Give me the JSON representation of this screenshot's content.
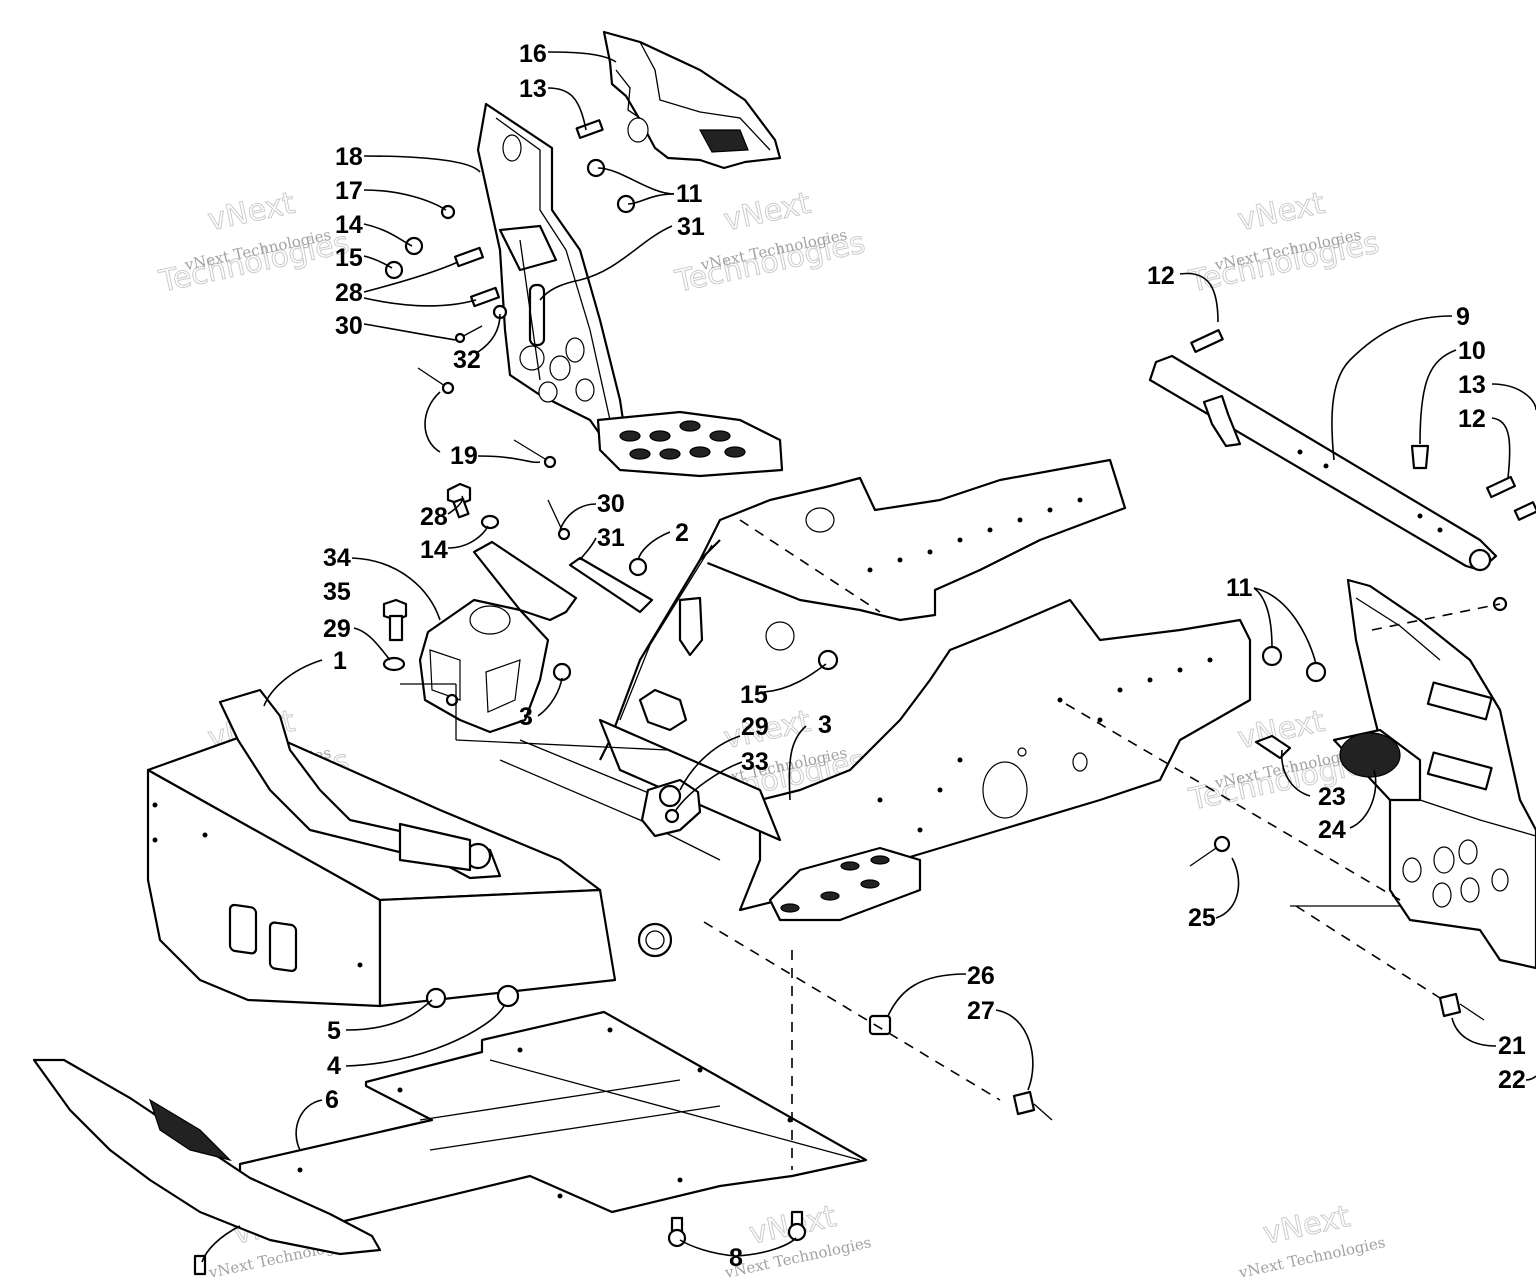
{
  "diagram": {
    "callouts": [
      {
        "id": "c16",
        "text": "16"
      },
      {
        "id": "c13a",
        "text": "13"
      },
      {
        "id": "c18",
        "text": "18"
      },
      {
        "id": "c11a",
        "text": "11"
      },
      {
        "id": "c17",
        "text": "17"
      },
      {
        "id": "c31a",
        "text": "31"
      },
      {
        "id": "c14a",
        "text": "14"
      },
      {
        "id": "c15a",
        "text": "15"
      },
      {
        "id": "c28a",
        "text": "28"
      },
      {
        "id": "c30a",
        "text": "30"
      },
      {
        "id": "c32",
        "text": "32"
      },
      {
        "id": "c19",
        "text": "19"
      },
      {
        "id": "c28b",
        "text": "28"
      },
      {
        "id": "c30b",
        "text": "30"
      },
      {
        "id": "c14b",
        "text": "14"
      },
      {
        "id": "c31b",
        "text": "31"
      },
      {
        "id": "c2",
        "text": "2"
      },
      {
        "id": "c34",
        "text": "34"
      },
      {
        "id": "c35",
        "text": "35"
      },
      {
        "id": "c29a",
        "text": "29"
      },
      {
        "id": "c1",
        "text": "1"
      },
      {
        "id": "c3a",
        "text": "3"
      },
      {
        "id": "c15b",
        "text": "15"
      },
      {
        "id": "c29b",
        "text": "29"
      },
      {
        "id": "c3b",
        "text": "3"
      },
      {
        "id": "c33",
        "text": "33"
      },
      {
        "id": "c12a",
        "text": "12"
      },
      {
        "id": "c9",
        "text": "9"
      },
      {
        "id": "c10",
        "text": "10"
      },
      {
        "id": "c13b",
        "text": "13"
      },
      {
        "id": "c12b",
        "text": "12"
      },
      {
        "id": "c11b",
        "text": "11"
      },
      {
        "id": "c23",
        "text": "23"
      },
      {
        "id": "c24",
        "text": "24"
      },
      {
        "id": "c25",
        "text": "25"
      },
      {
        "id": "c26",
        "text": "26"
      },
      {
        "id": "c27",
        "text": "27"
      },
      {
        "id": "c5",
        "text": "5"
      },
      {
        "id": "c4",
        "text": "4"
      },
      {
        "id": "c6",
        "text": "6"
      },
      {
        "id": "c21",
        "text": "21"
      },
      {
        "id": "c22",
        "text": "22"
      },
      {
        "id": "c8",
        "text": "8"
      }
    ],
    "watermark": {
      "brand": "vNext",
      "line1": "vNext Technologies",
      "line2": "Technologies"
    }
  }
}
